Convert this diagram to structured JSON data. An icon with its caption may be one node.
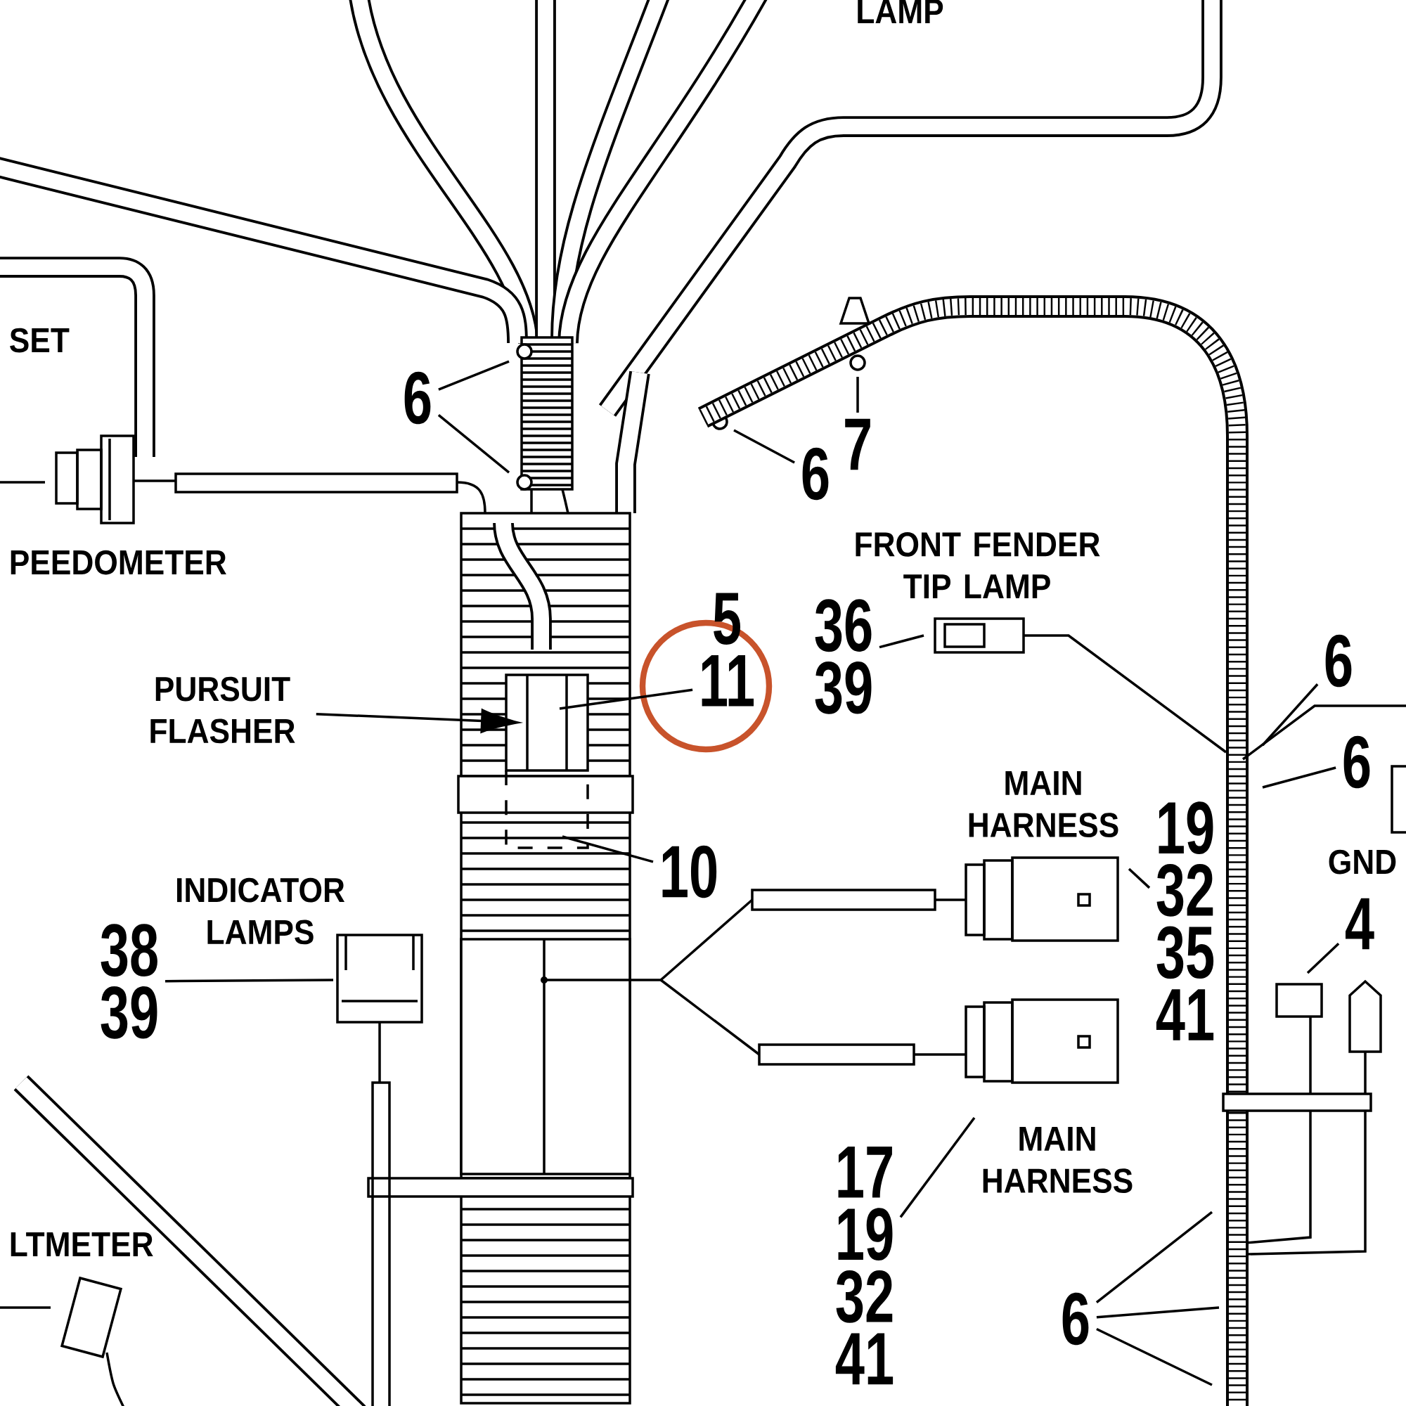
{
  "diagram": {
    "nodes": [
      {
        "text": [
          "6"
        ]
      },
      {
        "text": [
          "6"
        ]
      },
      {
        "text": [
          "7"
        ]
      },
      {
        "text": [
          "PURSUIT FLASHER"
        ]
      },
      {
        "text": [
          "5",
          "11"
        ]
      },
      {
        "text": [
          "10"
        ]
      },
      {
        "text": [
          "38",
          "39"
        ]
      },
      {
        "text": [
          "36",
          "39"
        ]
      },
      {
        "text": [
          "6"
        ]
      },
      {
        "text": [
          "6"
        ]
      },
      {
        "text": [
          "19",
          "32",
          "35",
          "41"
        ]
      },
      {
        "text": [
          "17",
          "19",
          "32",
          "41"
        ]
      },
      {
        "text": [
          "6"
        ]
      },
      {
        "text": [
          "4"
        ]
      }
    ],
    "edges": [
      {
        "from": 0,
        "to": null,
        "arrow": "none"
      },
      {
        "from": 0,
        "to": null,
        "arrow": "none"
      },
      {
        "from": 1,
        "to": null,
        "arrow": "none"
      },
      {
        "from": 2,
        "to": null,
        "arrow": "none"
      },
      {
        "from": 3,
        "to": null,
        "arrow": "to"
      },
      {
        "from": 4,
        "to": null,
        "arrow": "none"
      },
      {
        "from": 5,
        "to": null,
        "arrow": "none"
      },
      {
        "from": 6,
        "to": null,
        "arrow": "none"
      },
      {
        "from": 7,
        "to": null,
        "arrow": "none"
      },
      {
        "from": 8,
        "to": null,
        "arrow": "none"
      },
      {
        "from": 9,
        "to": null,
        "arrow": "none"
      },
      {
        "from": 10,
        "to": null,
        "arrow": "none"
      },
      {
        "from": 11,
        "to": null,
        "arrow": "none"
      },
      {
        "from": 12,
        "to": null,
        "arrow": "none"
      },
      {
        "from": 12,
        "to": null,
        "arrow": "none"
      },
      {
        "from": 12,
        "to": null,
        "arrow": "none"
      },
      {
        "from": 13,
        "to": null,
        "arrow": "none"
      }
    ],
    "labels": [
      "LAMP",
      "SET",
      "PEEDOMETER",
      "FRONT FENDER TIP LAMP",
      "MAIN HARNESS",
      "INDICATOR LAMPS",
      "GND",
      "MAIN HARNESS",
      "LTMETER"
    ]
  }
}
